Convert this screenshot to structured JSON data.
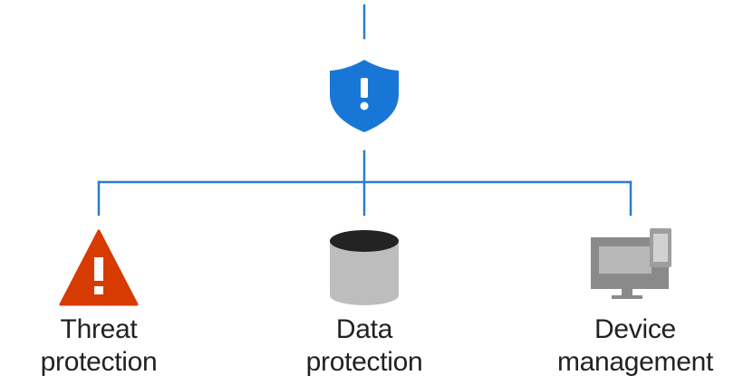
{
  "diagram": {
    "connector_color": "#2B7CC9",
    "root": {
      "icon": "shield-exclamation-icon",
      "icon_color": "#1877D6",
      "symbol": "!"
    },
    "children": [
      {
        "icon": "warning-triangle-icon",
        "icon_color": "#D83B01",
        "symbol": "!",
        "label_line1": "Threat",
        "label_line2": "protection"
      },
      {
        "icon": "database-icon",
        "icon_color": "#BDBDBD",
        "label_line1": "Data",
        "label_line2": "protection"
      },
      {
        "icon": "devices-icon",
        "icon_color": "#8A8A8A",
        "label_line1": "Device",
        "label_line2": "management"
      }
    ]
  }
}
